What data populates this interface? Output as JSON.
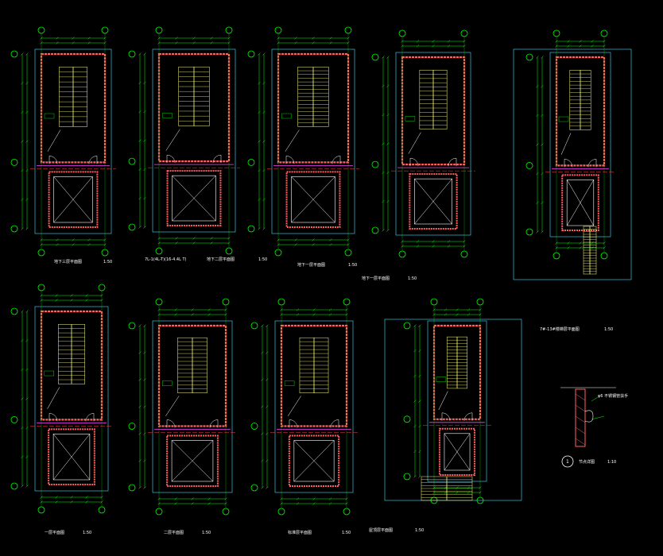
{
  "drawing": {
    "background": "#000000",
    "colors": {
      "axis": "#00ff00",
      "dimension": "#00ff00",
      "wall": "#ff6060",
      "outline": "#40e0ff",
      "stair": "#ffff80",
      "elevator": "#ffffff",
      "door": "#ff40ff",
      "axis_line": "#ff4040",
      "text": "#ffffff",
      "note": "#00ff00"
    },
    "sheets": [
      {
        "title": "地下三层平面图",
        "scale": "1:50"
      },
      {
        "title": "地下二层平面图",
        "scale": "1:50"
      },
      {
        "title": "地下一层平面图",
        "scale": "1:50"
      },
      {
        "title": "地下一层平面图",
        "scale": "1:50"
      },
      {
        "title": "7#-13#楼梯层平面图",
        "scale": "1:50"
      },
      {
        "title": "一层平面图",
        "scale": "1:50"
      },
      {
        "title": "二层平面图",
        "scale": "1:50"
      },
      {
        "title": "标准层平面图",
        "scale": "1:50"
      },
      {
        "title": "屋顶层平面图",
        "scale": "1:50"
      }
    ],
    "detail": {
      "number": "1",
      "title": "节点详图",
      "scale": "1:10",
      "note": "φ6 不锈钢管扶手"
    },
    "note_top_left": "7L-1(4L-T)(16-4.4L T)"
  }
}
